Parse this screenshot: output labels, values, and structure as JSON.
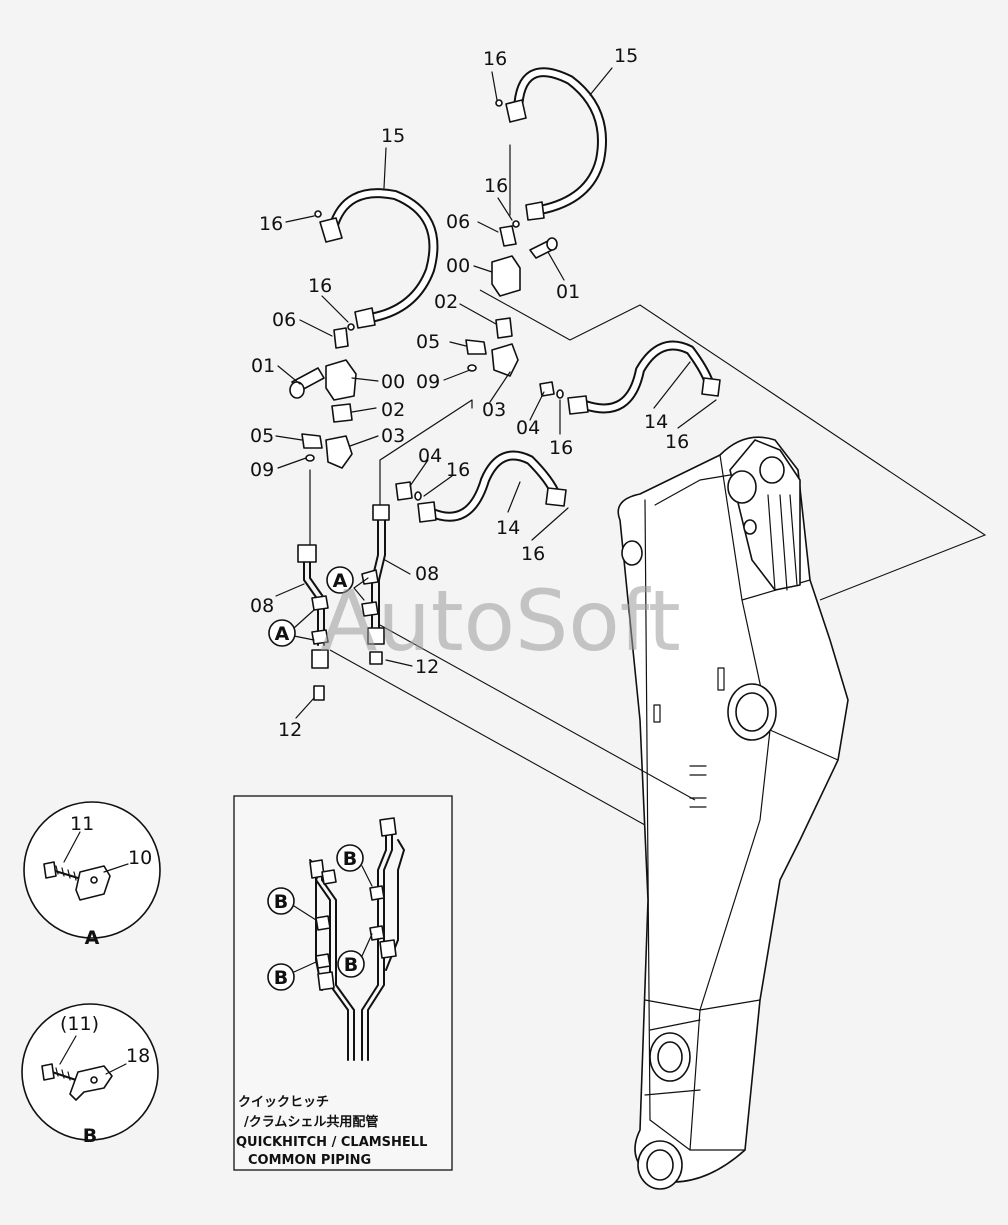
{
  "labels": {
    "p15a": "15",
    "p15b": "15",
    "p16a": "16",
    "p16b": "16",
    "p16c": "16",
    "p16d": "16",
    "p16e": "16",
    "p16f": "16",
    "p16g": "16",
    "p06a": "06",
    "p06b": "06",
    "p00a": "00",
    "p00b": "00",
    "p01a": "01",
    "p01b": "01",
    "p02a": "02",
    "p02b": "02",
    "p05a": "05",
    "p05b": "05",
    "p09a": "09",
    "p09b": "09",
    "p03a": "03",
    "p03b": "03",
    "p04a": "04",
    "p04b": "04",
    "p14a": "14",
    "p14b": "14",
    "p08a": "08",
    "p08b": "08",
    "p12a": "12",
    "p12b": "12",
    "p11": "11",
    "p10": "10",
    "p11p": "(11)",
    "p18": "18"
  },
  "callouts": {
    "a1": "A",
    "a2": "A",
    "b1": "B",
    "b2": "B",
    "b3": "B",
    "b4": "B"
  },
  "details": {
    "a_caption": "A",
    "b_caption": "B"
  },
  "inset": {
    "jp_line1": "クイックヒッチ",
    "jp_line2": "/クラムシェル共用配管",
    "en_line1": "QUICKHITCH / CLAMSHELL",
    "en_line2": "COMMON  PIPING"
  },
  "watermark": "AutoSoft"
}
